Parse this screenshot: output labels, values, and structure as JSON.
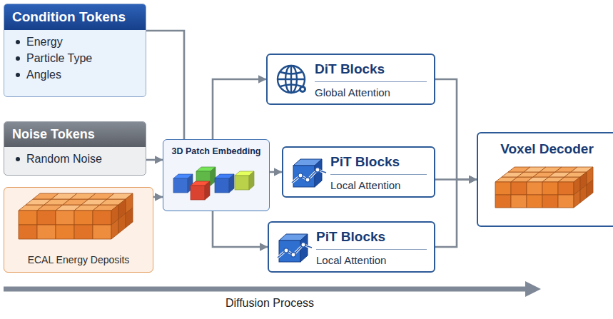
{
  "diagram": {
    "nodes": [
      {
        "text": [
          "Condition Tokens",
          "Energy",
          "Particle Type",
          "Angles"
        ]
      },
      {
        "text": [
          "Noise Tokens",
          "Random Noise"
        ]
      },
      {
        "text": [
          "ECAL Energy Deposits"
        ]
      },
      {
        "text": [
          "3D Patch Embedding"
        ]
      },
      {
        "text": [
          "DiT Blocks",
          "Global Attention"
        ]
      },
      {
        "text": [
          "PiT Blocks",
          "Local Attention"
        ]
      },
      {
        "text": [
          "PiT Blocks",
          "Local Attention"
        ]
      },
      {
        "text": [
          "Voxel Decoder"
        ]
      }
    ],
    "edges": [
      {
        "from": 0,
        "to": 3,
        "arrow": "none"
      },
      {
        "from": 1,
        "to": 3,
        "arrow": "to"
      },
      {
        "from": 2,
        "to": 3,
        "arrow": "to"
      },
      {
        "from": 3,
        "to": 4,
        "arrow": "to"
      },
      {
        "from": 3,
        "to": 5,
        "arrow": "to"
      },
      {
        "from": 3,
        "to": 6,
        "arrow": "to"
      },
      {
        "from": 4,
        "to": 7,
        "arrow": "to"
      },
      {
        "from": 5,
        "to": 7,
        "arrow": "to"
      },
      {
        "from": 6,
        "to": 7,
        "arrow": "to"
      }
    ],
    "labels": [
      "Diffusion Process"
    ]
  }
}
